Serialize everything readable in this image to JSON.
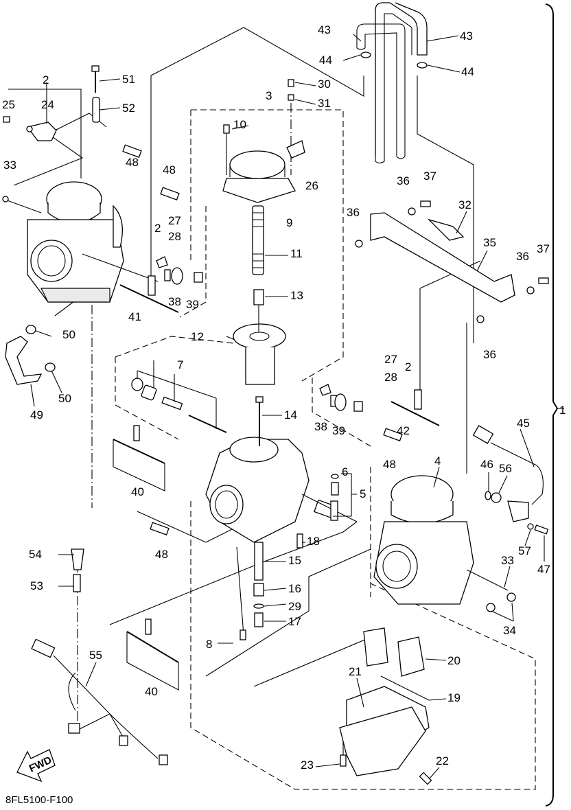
{
  "diagram": {
    "type": "exploded-parts-diagram",
    "subject": "Carburetor assembly",
    "reference_code": "8FL5100-F100",
    "direction_indicator": "FWD",
    "assembly_bracket_label": "1",
    "callouts": [
      {
        "id": "c1",
        "label": "1"
      },
      {
        "id": "c2a",
        "label": "2"
      },
      {
        "id": "c2b",
        "label": "2"
      },
      {
        "id": "c2c",
        "label": "2"
      },
      {
        "id": "c3",
        "label": "3"
      },
      {
        "id": "c4",
        "label": "4"
      },
      {
        "id": "c5",
        "label": "5"
      },
      {
        "id": "c6",
        "label": "6"
      },
      {
        "id": "c7",
        "label": "7"
      },
      {
        "id": "c8",
        "label": "8"
      },
      {
        "id": "c9",
        "label": "9"
      },
      {
        "id": "c10",
        "label": "10"
      },
      {
        "id": "c11",
        "label": "11"
      },
      {
        "id": "c12",
        "label": "12"
      },
      {
        "id": "c13",
        "label": "13"
      },
      {
        "id": "c14",
        "label": "14"
      },
      {
        "id": "c15",
        "label": "15"
      },
      {
        "id": "c16",
        "label": "16"
      },
      {
        "id": "c17",
        "label": "17"
      },
      {
        "id": "c18",
        "label": "18"
      },
      {
        "id": "c19",
        "label": "19"
      },
      {
        "id": "c20",
        "label": "20"
      },
      {
        "id": "c21",
        "label": "21"
      },
      {
        "id": "c22",
        "label": "22"
      },
      {
        "id": "c23",
        "label": "23"
      },
      {
        "id": "c24",
        "label": "24"
      },
      {
        "id": "c25",
        "label": "25"
      },
      {
        "id": "c26",
        "label": "26"
      },
      {
        "id": "c27a",
        "label": "27"
      },
      {
        "id": "c27b",
        "label": "27"
      },
      {
        "id": "c28a",
        "label": "28"
      },
      {
        "id": "c28b",
        "label": "28"
      },
      {
        "id": "c29",
        "label": "29"
      },
      {
        "id": "c30",
        "label": "30"
      },
      {
        "id": "c31",
        "label": "31"
      },
      {
        "id": "c32",
        "label": "32"
      },
      {
        "id": "c33a",
        "label": "33"
      },
      {
        "id": "c33b",
        "label": "33"
      },
      {
        "id": "c34",
        "label": "34"
      },
      {
        "id": "c35",
        "label": "35"
      },
      {
        "id": "c36a",
        "label": "36"
      },
      {
        "id": "c36b",
        "label": "36"
      },
      {
        "id": "c36c",
        "label": "36"
      },
      {
        "id": "c36d",
        "label": "36"
      },
      {
        "id": "c37a",
        "label": "37"
      },
      {
        "id": "c37b",
        "label": "37"
      },
      {
        "id": "c38a",
        "label": "38"
      },
      {
        "id": "c38b",
        "label": "38"
      },
      {
        "id": "c39a",
        "label": "39"
      },
      {
        "id": "c39b",
        "label": "39"
      },
      {
        "id": "c40a",
        "label": "40"
      },
      {
        "id": "c40b",
        "label": "40"
      },
      {
        "id": "c41",
        "label": "41"
      },
      {
        "id": "c42",
        "label": "42"
      },
      {
        "id": "c43a",
        "label": "43"
      },
      {
        "id": "c43b",
        "label": "43"
      },
      {
        "id": "c44a",
        "label": "44"
      },
      {
        "id": "c44b",
        "label": "44"
      },
      {
        "id": "c45",
        "label": "45"
      },
      {
        "id": "c46",
        "label": "46"
      },
      {
        "id": "c47",
        "label": "47"
      },
      {
        "id": "c48a",
        "label": "48"
      },
      {
        "id": "c48b",
        "label": "48"
      },
      {
        "id": "c48c",
        "label": "48"
      },
      {
        "id": "c48d",
        "label": "48"
      },
      {
        "id": "c49",
        "label": "49"
      },
      {
        "id": "c50a",
        "label": "50"
      },
      {
        "id": "c50b",
        "label": "50"
      },
      {
        "id": "c51",
        "label": "51"
      },
      {
        "id": "c52",
        "label": "52"
      },
      {
        "id": "c53",
        "label": "53"
      },
      {
        "id": "c54",
        "label": "54"
      },
      {
        "id": "c55",
        "label": "55"
      },
      {
        "id": "c56",
        "label": "56"
      },
      {
        "id": "c57",
        "label": "57"
      }
    ]
  }
}
